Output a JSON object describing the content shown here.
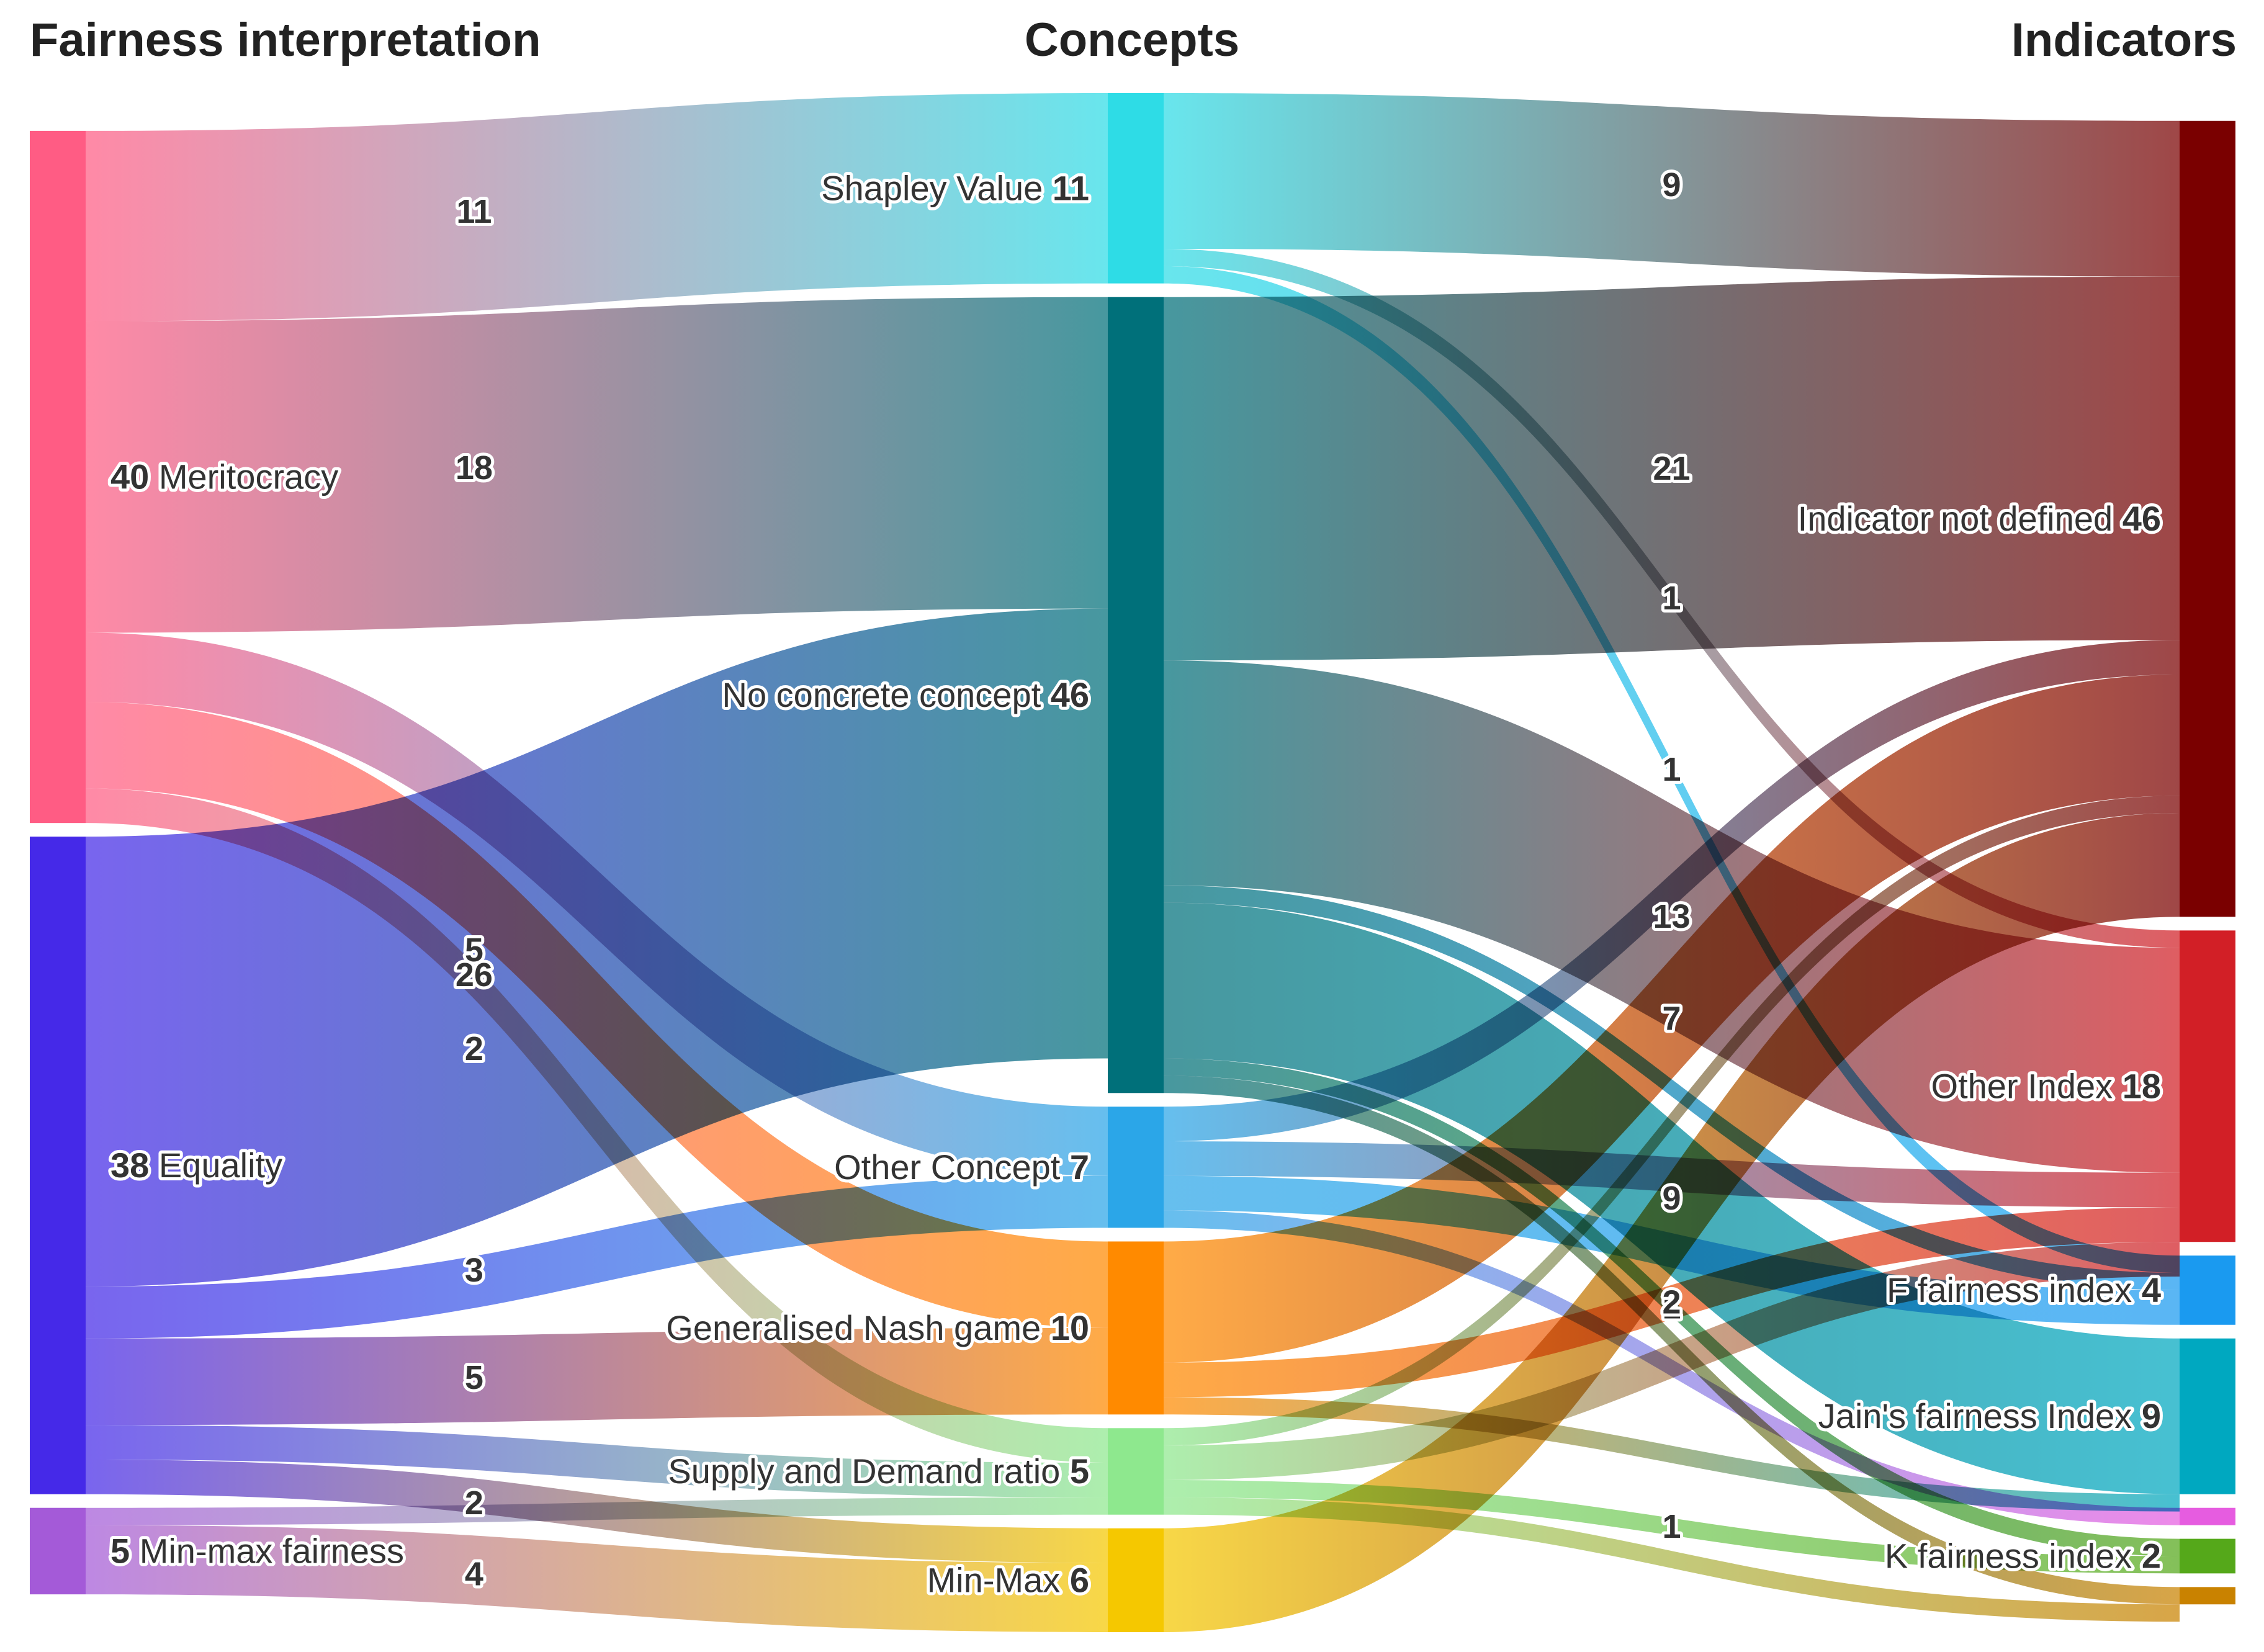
{
  "headers": {
    "left": "Fairness interpretation",
    "middle": "Concepts",
    "right": "Indicators"
  },
  "chart_data": {
    "type": "sankey",
    "columns": [
      [
        {
          "id": "meritocracy",
          "name": "Meritocracy",
          "value": 40,
          "color": "#ff5c84",
          "label_side": "right",
          "value_first": true
        },
        {
          "id": "equality",
          "name": "Equality",
          "value": 38,
          "color": "#4529e8",
          "label_side": "right",
          "value_first": true
        },
        {
          "id": "minmax_fair",
          "name": "Min-max fairness",
          "value": 5,
          "color": "#a45ad8",
          "label_side": "right",
          "value_first": true
        }
      ],
      [
        {
          "id": "shapley",
          "name": "Shapley Value",
          "value": 11,
          "color": "#2edce6",
          "label_side": "left"
        },
        {
          "id": "noconcrete",
          "name": "No concrete concept",
          "value": 46,
          "color": "#00707a",
          "label_side": "left"
        },
        {
          "id": "otherconcept",
          "name": "Other Concept",
          "value": 7,
          "color": "#2ba6e8",
          "label_side": "left"
        },
        {
          "id": "nash",
          "name": "Generalised Nash game",
          "value": 10,
          "color": "#ff8a00",
          "label_side": "left"
        },
        {
          "id": "supply",
          "name": "Supply and Demand ratio",
          "value": 5,
          "color": "#8ee88e",
          "label_side": "left"
        },
        {
          "id": "minmax",
          "name": "Min-Max",
          "value": 6,
          "color": "#f5c800",
          "label_side": "left"
        }
      ],
      [
        {
          "id": "notdefined",
          "name": "Indicator not defined",
          "value": 46,
          "color": "#7a0000",
          "label_side": "left"
        },
        {
          "id": "otherindex",
          "name": "Other Index",
          "value": 18,
          "color": "#d21f26",
          "label_side": "left"
        },
        {
          "id": "ffair",
          "name": "F fairness index",
          "value": 4,
          "color": "#1a9af0",
          "label_side": "left"
        },
        {
          "id": "jain",
          "name": "Jain's fairness Index",
          "value": 9,
          "color": "#00a8c0",
          "label_side": "left"
        },
        {
          "id": "pinknode",
          "name": "",
          "value": 1,
          "color": "#e65ce0",
          "label_side": "none"
        },
        {
          "id": "kfair",
          "name": "K fairness index",
          "value": 2,
          "color": "#55a81a",
          "label_side": "left"
        },
        {
          "id": "brownnode",
          "name": "",
          "value": 1,
          "color": "#c98200",
          "label_side": "none"
        }
      ]
    ],
    "links": [
      {
        "source": "meritocracy",
        "target": "shapley",
        "value": 11,
        "label": "11"
      },
      {
        "source": "meritocracy",
        "target": "noconcrete",
        "value": 18,
        "label": "18"
      },
      {
        "source": "meritocracy",
        "target": "otherconcept",
        "value": 4,
        "label": ""
      },
      {
        "source": "meritocracy",
        "target": "nash",
        "value": 5,
        "label": "5"
      },
      {
        "source": "meritocracy",
        "target": "supply",
        "value": 2,
        "label": "2"
      },
      {
        "source": "equality",
        "target": "noconcrete",
        "value": 26,
        "label": "26"
      },
      {
        "source": "equality",
        "target": "otherconcept",
        "value": 3,
        "label": "3"
      },
      {
        "source": "equality",
        "target": "nash",
        "value": 5,
        "label": "5"
      },
      {
        "source": "equality",
        "target": "supply",
        "value": 2,
        "label": ""
      },
      {
        "source": "equality",
        "target": "minmax",
        "value": 2,
        "label": "2"
      },
      {
        "source": "minmax_fair",
        "target": "minmax",
        "value": 4,
        "label": "4"
      },
      {
        "source": "minmax_fair",
        "target": "supply",
        "value": 1,
        "label": ""
      },
      {
        "source": "shapley",
        "target": "notdefined",
        "value": 9,
        "label": "9"
      },
      {
        "source": "shapley",
        "target": "otherindex",
        "value": 1,
        "label": "1"
      },
      {
        "source": "shapley",
        "target": "ffair",
        "value": 1,
        "label": "1"
      },
      {
        "source": "noconcrete",
        "target": "notdefined",
        "value": 21,
        "label": "21"
      },
      {
        "source": "noconcrete",
        "target": "otherindex",
        "value": 13,
        "label": "13"
      },
      {
        "source": "noconcrete",
        "target": "ffair",
        "value": 1,
        "label": ""
      },
      {
        "source": "noconcrete",
        "target": "jain",
        "value": 9,
        "label": "9"
      },
      {
        "source": "noconcrete",
        "target": "kfair",
        "value": 1,
        "label": "1"
      },
      {
        "source": "noconcrete",
        "target": "brownnode",
        "value": 1,
        "label": ""
      },
      {
        "source": "otherconcept",
        "target": "notdefined",
        "value": 2,
        "label": ""
      },
      {
        "source": "otherconcept",
        "target": "otherindex",
        "value": 2,
        "label": ""
      },
      {
        "source": "otherconcept",
        "target": "ffair",
        "value": 2,
        "label": ""
      },
      {
        "source": "otherconcept",
        "target": "pinknode",
        "value": 1,
        "label": ""
      },
      {
        "source": "nash",
        "target": "notdefined",
        "value": 7,
        "label": "7"
      },
      {
        "source": "nash",
        "target": "otherindex",
        "value": 2,
        "label": "2"
      },
      {
        "source": "nash",
        "target": "jain",
        "value": 1,
        "label": ""
      },
      {
        "source": "supply",
        "target": "notdefined",
        "value": 1,
        "label": ""
      },
      {
        "source": "supply",
        "target": "otherindex",
        "value": 2,
        "label": ""
      },
      {
        "source": "supply",
        "target": "kfair",
        "value": 1,
        "label": "1"
      },
      {
        "source": "supply",
        "target": "brownnode",
        "value": 1,
        "label": ""
      },
      {
        "source": "minmax",
        "target": "notdefined",
        "value": 6,
        "label": ""
      }
    ]
  }
}
